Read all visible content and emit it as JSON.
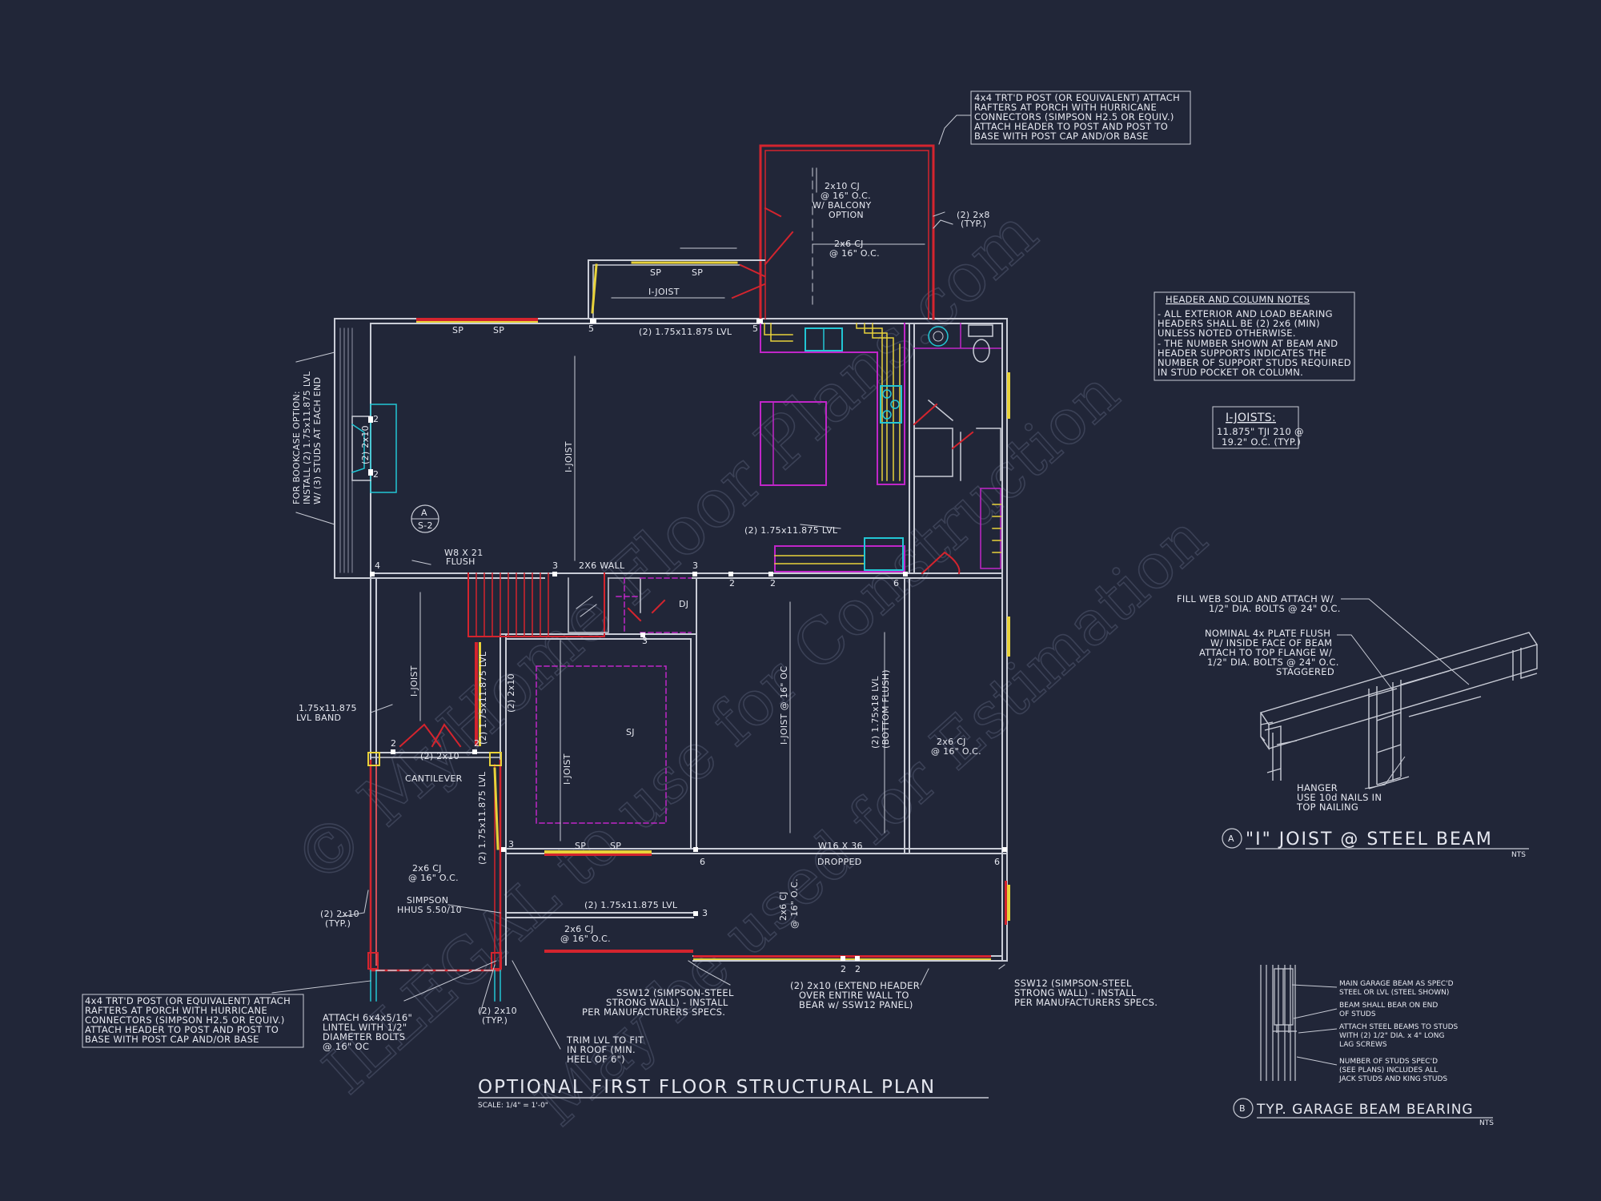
{
  "plan": {
    "title": "OPTIONAL FIRST FLOOR STRUCTURAL PLAN",
    "scale": "SCALE: 1/4\" = 1'-0\""
  },
  "watermark": {
    "line1": "© MyHome Floor Plans.com",
    "line2": "ILLEGAL to use for Construction",
    "line3": "May be used for Estimation"
  },
  "notes": {
    "porch_post_top": [
      "4x4 TRT'D POST (OR EQUIVALENT) ATTACH",
      "RAFTERS AT PORCH WITH HURRICANE",
      "CONNECTORS (SIMPSON H2.5 OR EQUIV.)",
      "ATTACH HEADER TO POST AND POST TO",
      "BASE WITH POST CAP AND/OR BASE"
    ],
    "porch_post_bottom": [
      "4x4 TRT'D POST (OR EQUIVALENT) ATTACH",
      "RAFTERS AT PORCH WITH HURRICANE",
      "CONNECTORS (SIMPSON H2.5 OR EQUIV.)",
      "ATTACH HEADER TO POST AND POST TO",
      "BASE WITH POST CAP AND/OR BASE"
    ],
    "header_column_title": "HEADER AND COLUMN NOTES",
    "header_column": [
      "- ALL EXTERIOR AND LOAD BEARING",
      "HEADERS SHALL BE (2) 2x6 (MIN)",
      "UNLESS NOTED OTHERWISE.",
      "- THE NUMBER SHOWN AT BEAM AND",
      "HEADER SUPPORTS INDICATES THE",
      "NUMBER OF SUPPORT STUDS REQUIRED",
      "IN STUD POCKET OR COLUMN."
    ],
    "ijoists_title": "I-JOISTS:",
    "ijoists": [
      "11.875\" TJI 210 @",
      "19.2\" O.C. (TYP.)"
    ],
    "bookcase": [
      "FOR BOOKCASE OPTION:",
      "INSTALL (2) 1.75x11.875 LVL",
      "W/ (3) STUDS AT EACH END"
    ],
    "lintel": [
      "ATTACH 6x4x5/16\"",
      "LINTEL WITH 1/2\"",
      "DIAMETER BOLTS",
      "@ 16\" OC"
    ],
    "trim_lvl": [
      "TRIM LVL TO FIT",
      "IN ROOF (MIN.",
      "HEEL OF 6\")"
    ],
    "ssw_left": [
      "SSW12 (SIMPSON-STEEL",
      "STRONG WALL) - INSTALL",
      "PER MANUFACTURERS SPECS."
    ],
    "ssw_right": [
      "SSW12 (SIMPSON-STEEL",
      "STRONG WALL) - INSTALL",
      "PER MANUFACTURERS SPECS."
    ],
    "extend_header": [
      "(2) 2x10 (EXTEND HEADER",
      "OVER ENTIRE WALL TO",
      "BEAR w/ SSW12 PANEL)"
    ]
  },
  "labels": {
    "balcony_cj": [
      "2x10 CJ",
      "@ 16\" O.C.",
      "W/ BALCONY",
      "OPTION"
    ],
    "cj_2x6": "2x6 CJ",
    "oc16": "@ 16\" O.C.",
    "typ_2x8": [
      "(2) 2x8",
      "(TYP.)"
    ],
    "ijoist": "I-JOIST",
    "ijoist16": "I-JOIST @ 16\" OC",
    "sp": "SP",
    "lvl_top": "(2) 1.75x11.875 LVL",
    "lvl_mid": "(2) 1.75x11.875 LVL",
    "lvl_vert": "(2) 1.75x11.875 LVL",
    "lvl_vert2": "(2) 1.75x11.875 LVL",
    "lvl_bottom": "(2) 1.75x11.875 LVL",
    "w8": [
      "W8 X 21",
      "FLUSH"
    ],
    "wall_2x6": "2X6 WALL",
    "dj": "DJ",
    "sj": "SJ",
    "lvl_band": [
      "1.75x11.875",
      "LVL BAND"
    ],
    "cantilever": "CANTILEVER",
    "twox10": "(2) 2x10",
    "typ_2x10": [
      "(2) 2x10",
      "(TYP.)"
    ],
    "simpson": [
      "SIMPSON",
      "HHUS 5.50/10"
    ],
    "w16": "W16 X 36",
    "dropped": "DROPPED",
    "lvl_bottom_flush": [
      "(2) 1.75x18 LVL",
      "(BOTTOM FLUSH)"
    ],
    "section_ref": [
      "A",
      "S-2"
    ],
    "stud_counts": [
      "5",
      "5",
      "2",
      "2",
      "4",
      "3",
      "3",
      "2",
      "2",
      "6",
      "3",
      "3",
      "6",
      "6",
      "3",
      "2",
      "2",
      "2",
      "2"
    ]
  },
  "detail_a": {
    "marker": "A",
    "title": "\"I\" JOIST @ STEEL BEAM",
    "nts": "NTS",
    "callouts": [
      [
        "FILL WEB SOLID AND ATTACH W/",
        "1/2\" DIA. BOLTS @ 24\" O.C."
      ],
      [
        "NOMINAL 4x PLATE FLUSH",
        "W/ INSIDE FACE OF BEAM",
        "ATTACH TO TOP FLANGE W/",
        "1/2\" DIA. BOLTS @ 24\" O.C.",
        "STAGGERED"
      ],
      [
        "HANGER",
        "USE 10d NAILS IN",
        "TOP NAILING"
      ]
    ]
  },
  "detail_b": {
    "marker": "B",
    "title": "TYP. GARAGE BEAM BEARING",
    "nts": "NTS",
    "callouts": [
      [
        "MAIN GARAGE BEAM AS SPEC'D",
        "STEEL OR LVL (STEEL SHOWN)"
      ],
      [
        "BEAM SHALL BEAR ON END",
        "OF STUDS"
      ],
      [
        "ATTACH STEEL BEAMS TO STUDS",
        "WITH (2) 1/2\" DIA. x 4\" LONG",
        "LAG SCREWS"
      ],
      [
        "NUMBER OF STUDS SPEC'D",
        "(SEE PLANS) INCLUDES ALL",
        "JACK STUDS AND KING STUDS"
      ]
    ]
  },
  "colors": {
    "background": "#212638",
    "wall": "#c9ccd6",
    "header": "#d4242e",
    "yellow": "#e8d23a",
    "magenta": "#c026c8",
    "cyan": "#22c6d4",
    "text": "#e6e8f0"
  }
}
